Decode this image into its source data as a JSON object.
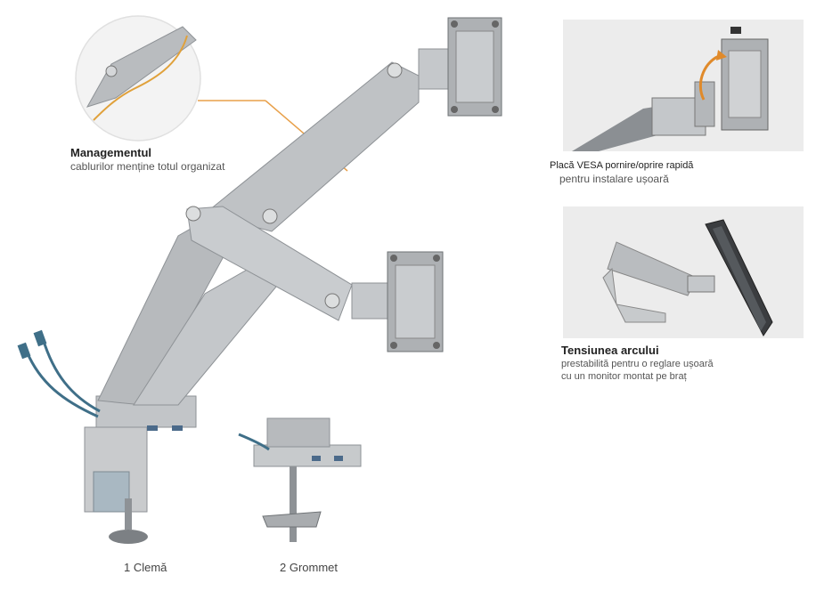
{
  "cable_callout": {
    "title": "Managementul",
    "desc": "cablurilor menține totul organizat"
  },
  "vesa_callout": {
    "title": "Placă VESA pornire/oprire rapidă",
    "desc": "pentru instalare ușoară"
  },
  "spring_callout": {
    "title": "Tensiunea arcului",
    "desc_line1": "prestabilită pentru o reglare ușoară",
    "desc_line2": "cu un monitor montat pe braț"
  },
  "mount_options": [
    {
      "label": "1 Clemă"
    },
    {
      "label": "2 Grommet"
    }
  ],
  "colors": {
    "arm_silver": "#b7babd",
    "arm_dark": "#8e9296",
    "callout_line": "#e8a04a",
    "panel_bg": "#ececec",
    "cable_blue": "#3f6f88"
  },
  "icons": [
    "usb-plug-icon",
    "clamp-icon",
    "grommet-icon",
    "vesa-plate-icon",
    "rotate-arrow-icon"
  ]
}
